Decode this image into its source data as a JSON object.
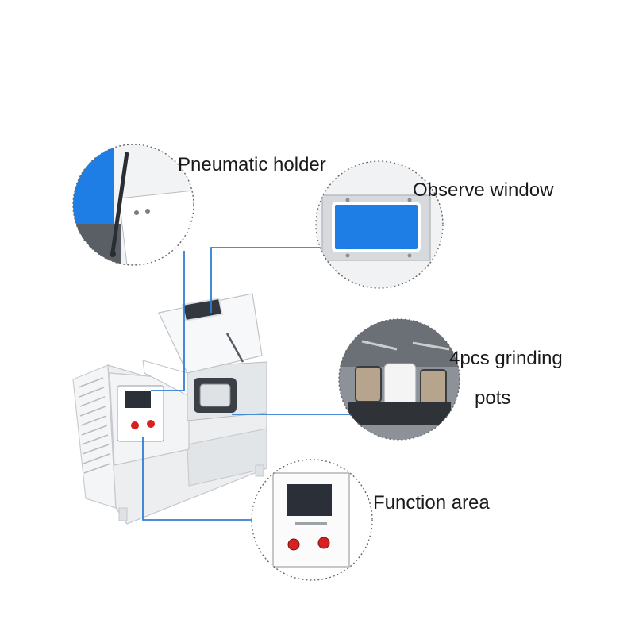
{
  "callouts": {
    "pneumatic_holder": "Pneumatic holder",
    "observe_window": "Observe window",
    "grinding_pots_line1": "4pcs grinding",
    "grinding_pots_line2": "pots",
    "function_area": "Function area"
  },
  "colors": {
    "leader_line": "#2f7fd6",
    "machine_body": "#eef0f2",
    "window_blue": "#1e7ee6",
    "button_red": "#d82020",
    "lcd_panel": "#2a2f38"
  }
}
